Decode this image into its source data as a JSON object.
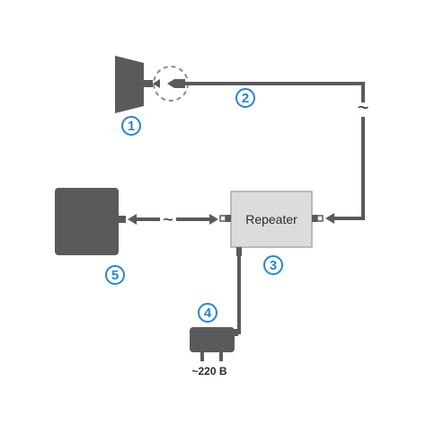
{
  "repeater": {
    "label": "Repeater"
  },
  "power": {
    "label": "~220 В"
  },
  "wave_symbol": "~",
  "markers": [
    {
      "id": "1",
      "label": "1"
    },
    {
      "id": "2",
      "label": "2"
    },
    {
      "id": "3",
      "label": "3"
    },
    {
      "id": "4",
      "label": "4"
    },
    {
      "id": "5",
      "label": "5"
    }
  ],
  "colors": {
    "marker_blue": "#2a86c9",
    "device_dark": "#5a5a5c",
    "repeater_fill": "#dcdcdd"
  }
}
